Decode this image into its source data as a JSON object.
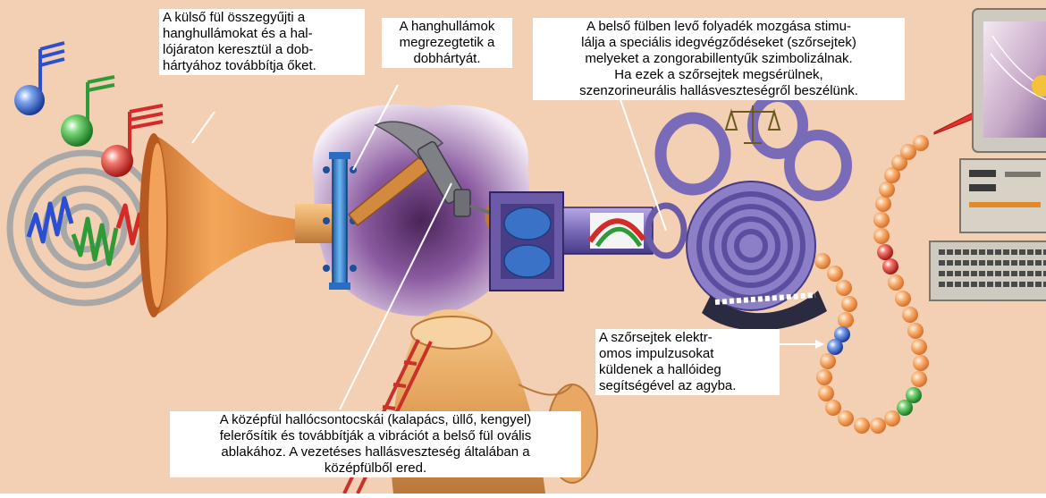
{
  "captions": {
    "outer_ear": [
      "A külső fül összegyűjti a",
      "hanghullámokat és a hal-",
      "lójáraton keresztül a dob-",
      "hártyához továbbítja őket."
    ],
    "ear_drum": [
      "A hanghullámok",
      "megrezegtetik a",
      "dobhártyát."
    ],
    "inner_ear": [
      "A belső fülben levő folyadék mozgása stimu-",
      "lálja a speciális idegvégződéseket (szőrsejtek)",
      "melyeket a zongorabillentyűk szimbolizálnak.",
      "Ha ezek a szőrsejtek megsérülnek,",
      "szenzorineurális hallásveszteségről beszélünk."
    ],
    "hair_cells": [
      "A szőrsejtek elektr-",
      "omos impulzusokat",
      "küldenek a hallóideg",
      "segítségével az agyba."
    ],
    "middle_ear": [
      "A középfül hallócsontocskái (kalapács, üllő, kengyel)",
      "felerősítik és továbbítják a vibrációt a belső fül ovális",
      "ablakához. A vezetéses hallásveszteség általában a",
      "középfülből ered."
    ]
  },
  "colors": {
    "background": "#f3cfb3",
    "caption_bg": "#ffffff",
    "caption_text": "#000000",
    "membrane_blue": "#3b8fd6",
    "cochlea_purple": "#7a6bb8",
    "neuron_orange": "#f6a25c",
    "neuron_red": "#d0302c",
    "neuron_green": "#3a9a3e",
    "neuron_blue": "#3c5fc0",
    "monitor_gray": "#cfcac0",
    "lightning": "#e8302a"
  }
}
